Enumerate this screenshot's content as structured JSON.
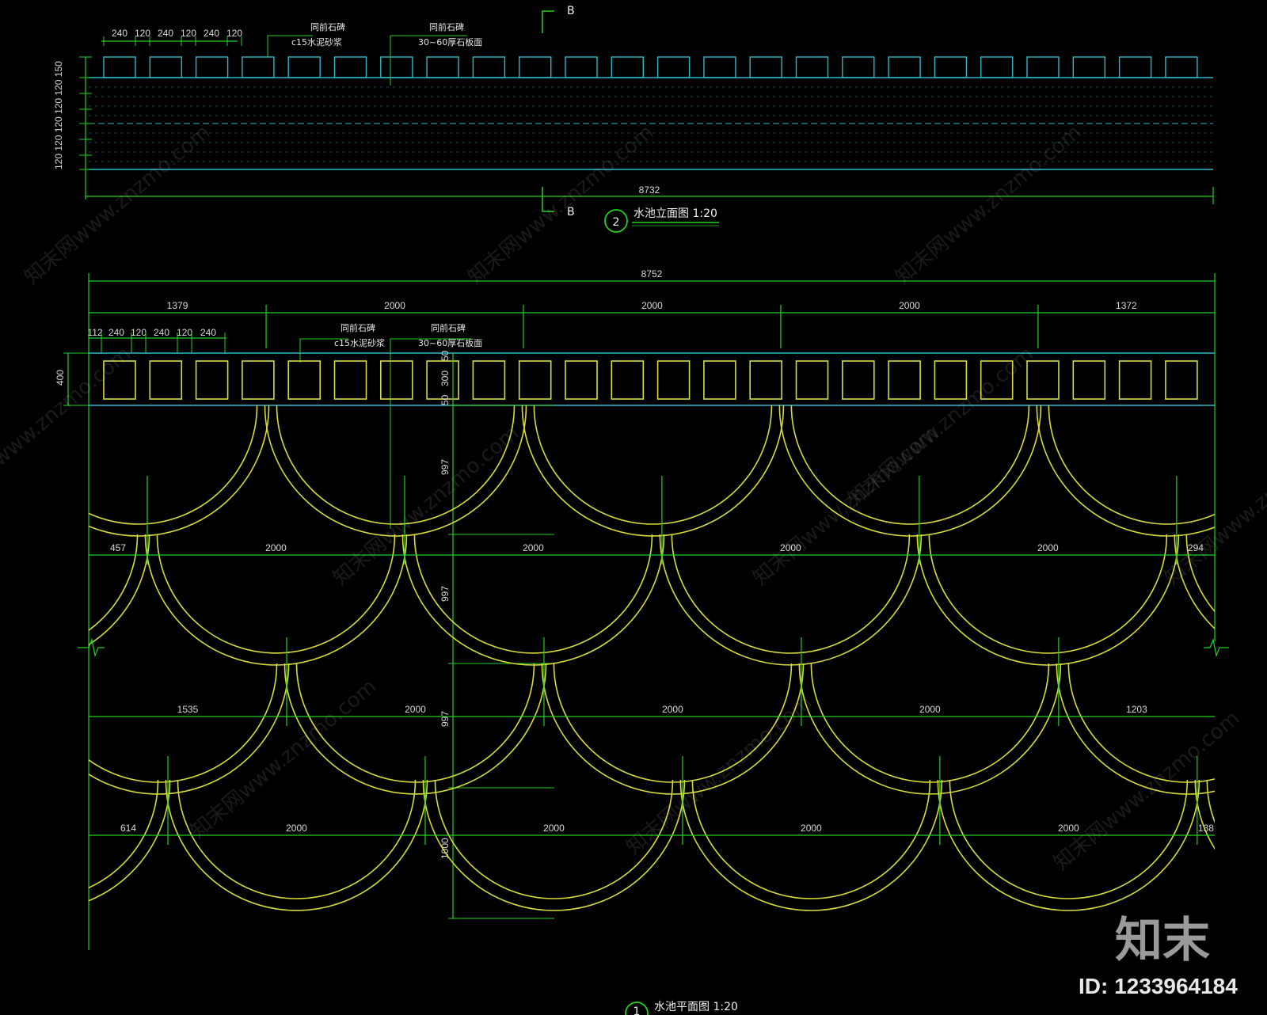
{
  "colors": {
    "background": "#000000",
    "dimension": "#22d11f",
    "arc": "#d8dc3a",
    "cyan": "#2fb7c9",
    "text": "#d9d9d9"
  },
  "elevation": {
    "section_marker": "B",
    "top_dims": [
      "240",
      "120",
      "240",
      "120",
      "240",
      "120"
    ],
    "left_dims": "120 120 120 120 120 150",
    "note_1_top": "同前石碑",
    "note_1_bottom": "c15水泥砂浆",
    "note_2_top": "同前石碑",
    "note_2_bottom": "30~60厚石板面",
    "total_width": "8732",
    "title_number": "2",
    "title": "水池立面图 1:20"
  },
  "plan": {
    "total_width": "8752",
    "segments": [
      "1379",
      "2000",
      "2000",
      "2000",
      "1372"
    ],
    "small_dims": [
      "112",
      "240",
      "120",
      "240",
      "120",
      "240"
    ],
    "note_1_top": "同前石碑",
    "note_1_bottom": "c15水泥砂浆",
    "note_2_top": "同前石碑",
    "note_2_bottom": "30~60厚石板面",
    "band_height": "400",
    "band_sub": [
      "50",
      "300",
      "50"
    ],
    "rows": [
      {
        "label": "997",
        "dims": [
          "457",
          "2000",
          "2000",
          "2000",
          "2000",
          "294"
        ]
      },
      {
        "label": "997",
        "dims": [
          "1535",
          "2000",
          "2000",
          "2000",
          "1203"
        ]
      },
      {
        "label": "997",
        "dims": [
          "614",
          "2000",
          "2000",
          "2000",
          "2000",
          "138"
        ]
      },
      {
        "label": "1000",
        "dims": []
      }
    ],
    "title_number": "1",
    "title": "水池平面图 1:20"
  },
  "watermark": {
    "site": "知末网www.znzmo.com",
    "brand": "知末",
    "id": "ID: 1233964184"
  }
}
